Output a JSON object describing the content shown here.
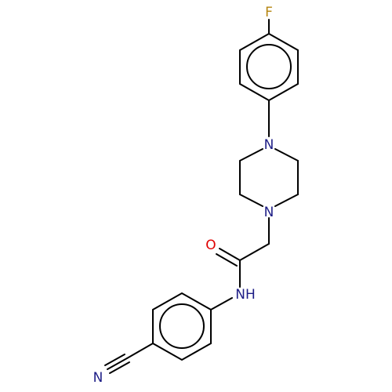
{
  "molecule": {
    "atoms": {
      "fluorine": "F",
      "piperazine_n_top": "N",
      "piperazine_n_bottom": "N",
      "carbonyl_oxygen": "O",
      "amide_nh": "NH",
      "nitrile_n": "N"
    },
    "colors": {
      "bond": "#000000",
      "fluorine": "#b5850f",
      "nitrogen": "#1d1d86",
      "oxygen": "#e00000"
    }
  }
}
